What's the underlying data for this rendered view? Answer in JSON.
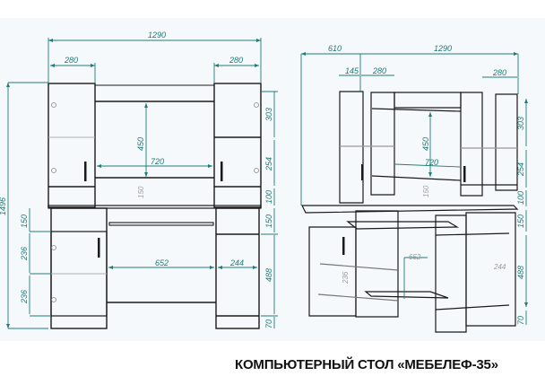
{
  "title": "КОМПЬЮТЕРНЫЙ СТОЛ «МЕБЕЛЕФ-35»",
  "colors": {
    "dimension_line": "#1f7a78",
    "outline": "#1a1a1a",
    "background": "#f6f9fb",
    "hidden_line": "#a0a0a0"
  },
  "front_view": {
    "overall_width": "1290",
    "overall_height": "1496",
    "left_cabinet_width": "280",
    "right_cabinet_width": "280",
    "top_shelf_opening_height": "450",
    "top_shelf_opening_width": "720",
    "monitor_shelf_gap": "150",
    "right_upper_heights": [
      "303",
      "254",
      "100"
    ],
    "right_lower_heights": [
      "150",
      "488",
      "70"
    ],
    "left_lower_heights": [
      "150",
      "236",
      "236"
    ],
    "knee_space_width": "652",
    "right_pedestal_inner_width": "244"
  },
  "iso_view": {
    "depth": "610",
    "overall_width": "1290",
    "left_offset": "145",
    "left_cabinet_width": "280",
    "right_cabinet_width": "280",
    "opening_height": "450",
    "opening_width": "720",
    "monitor_shelf_gap": "150",
    "right_heights": [
      "303",
      "254",
      "100",
      "150",
      "488",
      "70"
    ],
    "knee_space_width": "652",
    "pedestal_inner_width": "244",
    "lower_left_height": "236"
  }
}
